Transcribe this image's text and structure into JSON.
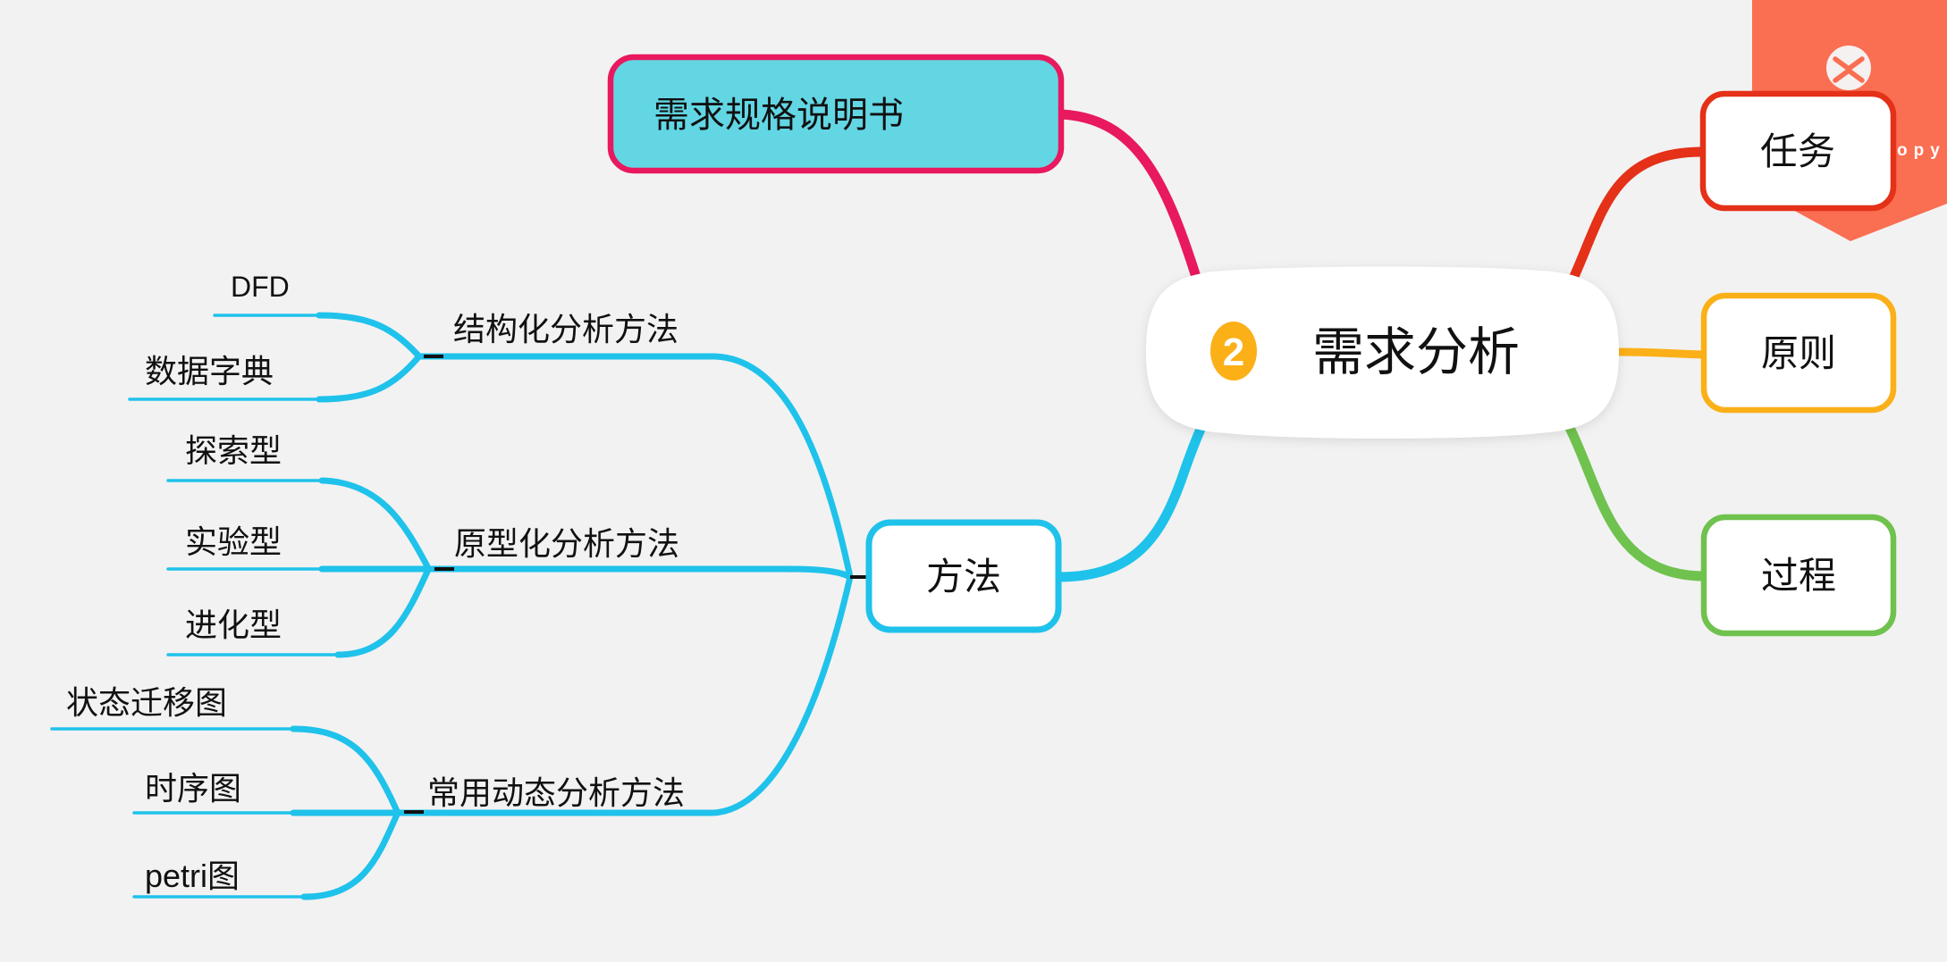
{
  "canvas": {
    "background": "#F2F2F2"
  },
  "palette": {
    "pink": "#E8195F",
    "red": "#E43118",
    "orange": "#FBB018",
    "green": "#70C24E",
    "cyan": "#1FC2EA",
    "cyan_fill": "#63D6E4",
    "coral": "#FA6E52",
    "node_fill": "#FFFFFF",
    "text": "#111111"
  },
  "root": {
    "label": "需求分析",
    "badge": "2"
  },
  "floating_topic": {
    "label": "需求规格说明书"
  },
  "branches": {
    "tasks": {
      "label": "任务"
    },
    "principles": {
      "label": "原则"
    },
    "process": {
      "label": "过程"
    },
    "methods": {
      "label": "方法",
      "children": [
        {
          "label": "结构化分析方法",
          "children": [
            {
              "label": "DFD"
            },
            {
              "label": "数据字典"
            }
          ]
        },
        {
          "label": "原型化分析方法",
          "children": [
            {
              "label": "探索型"
            },
            {
              "label": "实验型"
            },
            {
              "label": "进化型"
            }
          ]
        },
        {
          "label": "常用动态分析方法",
          "children": [
            {
              "label": "状态迁移图"
            },
            {
              "label": "时序图"
            },
            {
              "label": "petri图"
            }
          ]
        }
      ]
    }
  },
  "watermark": {
    "visible_text": "opy"
  }
}
